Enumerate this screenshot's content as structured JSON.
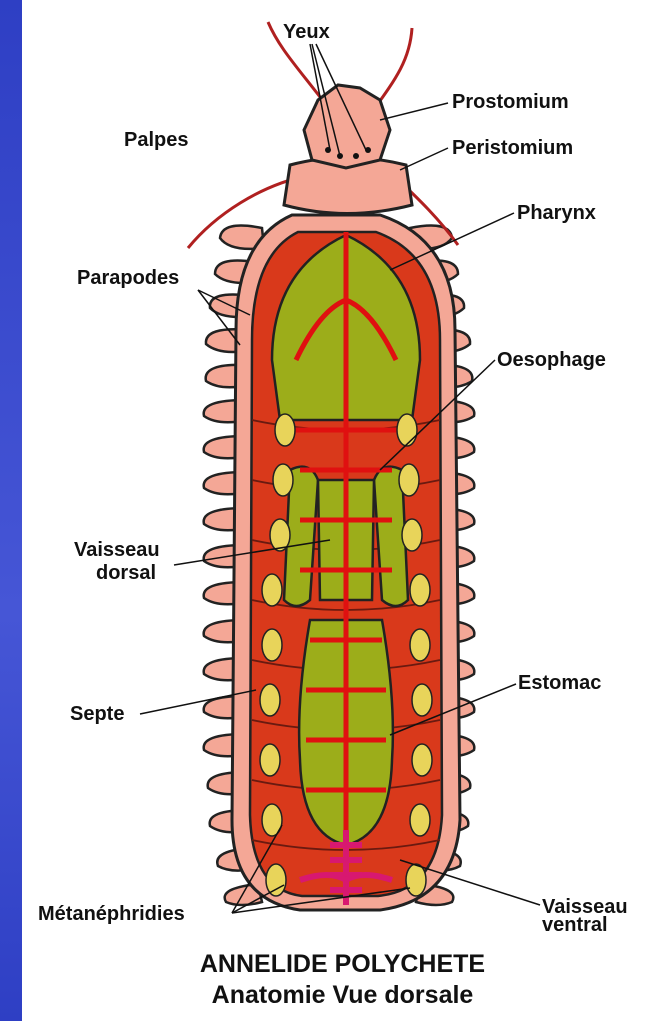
{
  "labels": {
    "yeux": "Yeux",
    "prostomium": "Prostomium",
    "palpes": "Palpes",
    "peristomium": "Peristomium",
    "pharynx": "Pharynx",
    "parapodes": "Parapodes",
    "oesophage": "Oesophage",
    "vaisseau_dorsal_1": "Vaisseau",
    "vaisseau_dorsal_2": "dorsal",
    "estomac": "Estomac",
    "septe": "Septe",
    "metanephridies": "Métanéphridies",
    "vaisseau_ventral_1": "Vaisseau",
    "vaisseau_ventral_2": "ventral"
  },
  "title": {
    "line1": "ANNELIDE POLYCHETE",
    "line2": "Anatomie  Vue dorsale"
  },
  "colors": {
    "frame_blue": "#3a49c9",
    "body_pink": "#f4a796",
    "cavity_red": "#d9391b",
    "gut_green": "#9cad1a",
    "vessel_red": "#e01010",
    "nephridia_yellow": "#e8d45a",
    "ventral_magenta": "#d81870"
  }
}
